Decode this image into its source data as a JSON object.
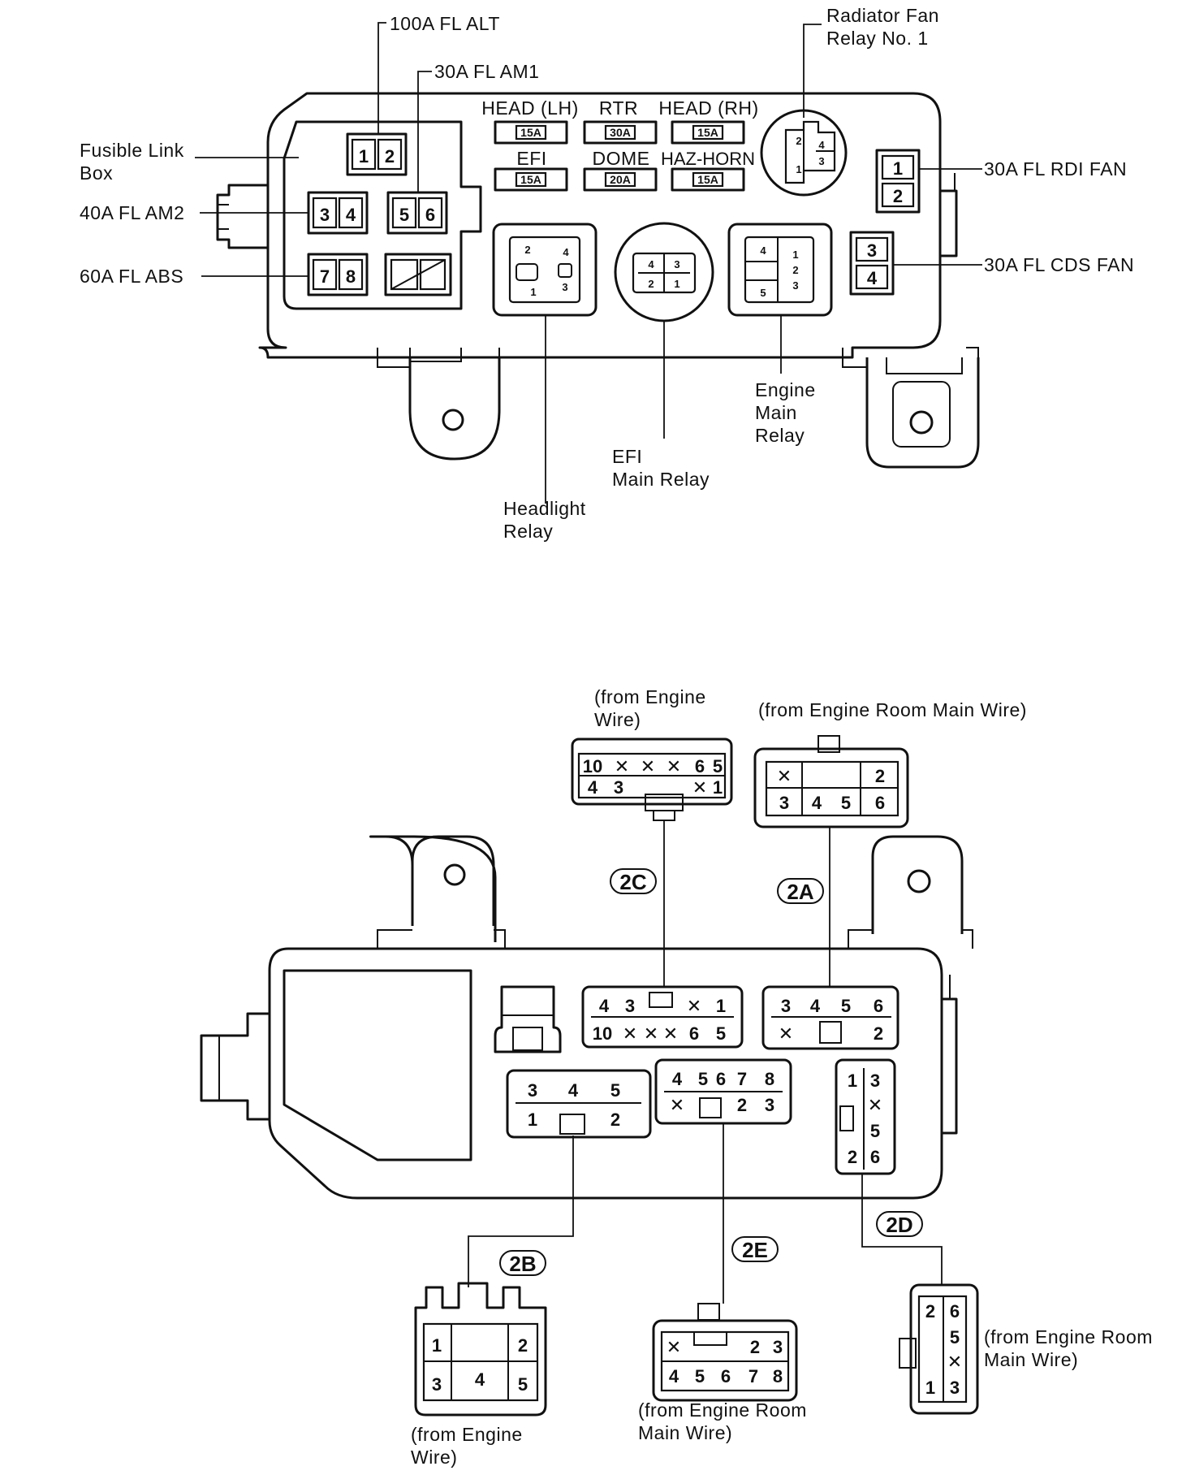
{
  "top_labels": {
    "fl_alt": "100A FL ALT",
    "fl_am1": "30A FL AM1",
    "fusible_link_box_1": "Fusible Link",
    "fusible_link_box_2": "Box",
    "fl_am2": "40A FL AM2",
    "fl_abs": "60A FL ABS",
    "radiator_fan_1": "Radiator Fan",
    "radiator_fan_2": "Relay No. 1",
    "fl_rdi_fan": "30A FL RDI FAN",
    "fl_cds_fan": "30A FL CDS FAN",
    "engine_main_relay_1": "Engine",
    "engine_main_relay_2": "Main",
    "engine_main_relay_3": "Relay",
    "efi_main_relay_1": "EFI",
    "efi_main_relay_2": "Main Relay",
    "headlight_relay_1": "Headlight",
    "headlight_relay_2": "Relay"
  },
  "fuses": {
    "head_lh": "HEAD (LH)",
    "rtr": "RTR",
    "head_rh": "HEAD (RH)",
    "efi": "EFI",
    "dome": "DOME",
    "haz_horn": "HAZ-HORN",
    "head_lh_rating": "15A",
    "rtr_rating": "30A",
    "head_rh_rating": "15A",
    "efi_rating": "15A",
    "dome_rating": "20A",
    "haz_horn_rating": "15A"
  },
  "fusible_links": {
    "n1": "1",
    "n2": "2",
    "n3": "3",
    "n4": "4",
    "n5": "5",
    "n6": "6",
    "n7": "7",
    "n8": "8"
  },
  "relay_pins": {
    "p1": "1",
    "p2": "2",
    "p3": "3",
    "p4": "4",
    "p5": "5"
  },
  "connector_tags": {
    "c2a": "2A",
    "c2b": "2B",
    "c2c": "2C",
    "c2d": "2D",
    "c2e": "2E"
  },
  "bottom_labels": {
    "from_engine_wire_1": "(from Engine",
    "from_engine_wire_2": "Wire)",
    "from_engine_room_main_wire": "(from Engine Room Main Wire)",
    "from_engine_room_1": "(from Engine Room",
    "from_engine_room_2": "Main Wire)"
  },
  "cross_mark": "✕",
  "pins": {
    "p1": "1",
    "p2": "2",
    "p3": "3",
    "p4": "4",
    "p5": "5",
    "p6": "6",
    "p7": "7",
    "p8": "8",
    "p10": "10"
  }
}
